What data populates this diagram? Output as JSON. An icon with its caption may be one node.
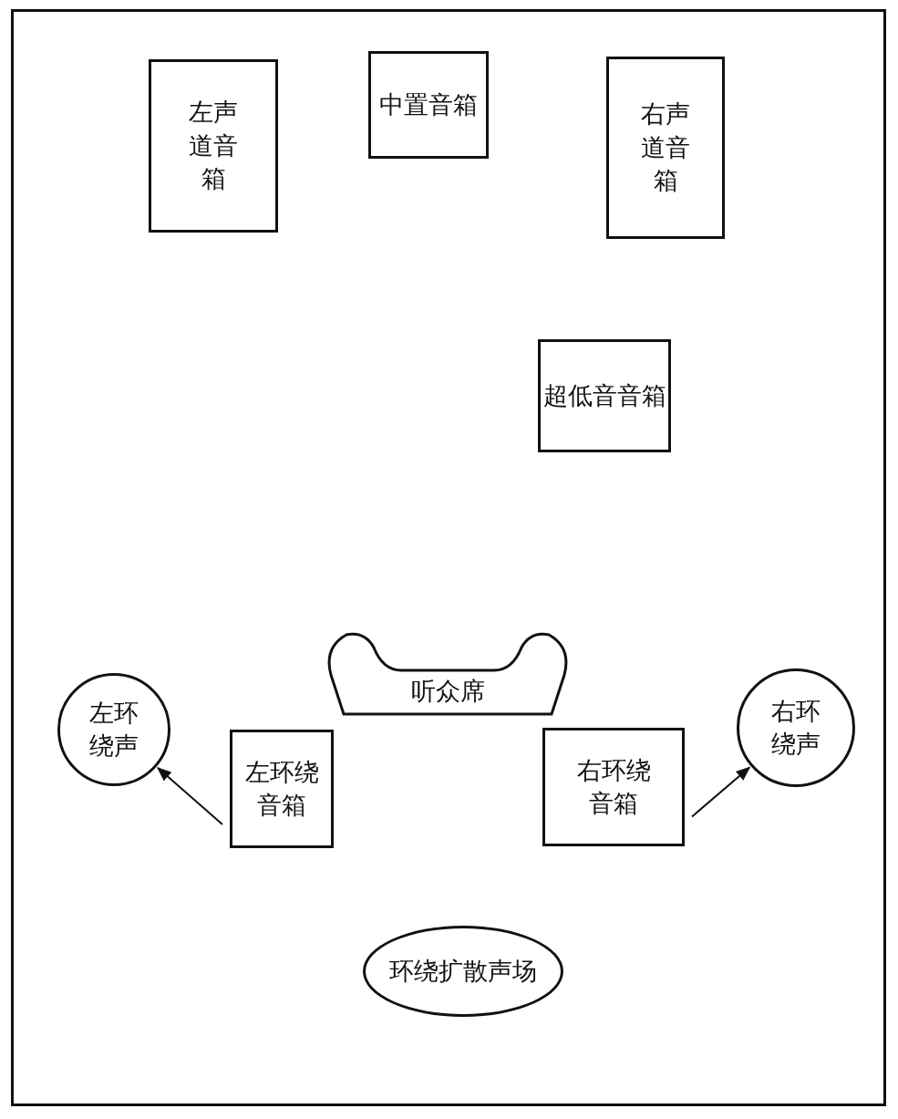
{
  "diagram": {
    "nodes": [
      {
        "text": [
          "中置音箱"
        ]
      },
      {
        "text": [
          "左声道音箱"
        ]
      },
      {
        "text": [
          "右声道音箱"
        ]
      },
      {
        "text": [
          "超低音音箱"
        ]
      },
      {
        "text": [
          "听众席"
        ]
      },
      {
        "text": [
          "左环绕声"
        ]
      },
      {
        "text": [
          "左环绕音箱"
        ]
      },
      {
        "text": [
          "右环绕音箱"
        ]
      },
      {
        "text": [
          "右环绕声"
        ]
      },
      {
        "text": [
          "环绕扩散声场"
        ]
      }
    ],
    "edges": [
      {
        "from": 6,
        "to": 5,
        "arrow": "to"
      },
      {
        "from": 7,
        "to": 8,
        "arrow": "to"
      }
    ]
  }
}
